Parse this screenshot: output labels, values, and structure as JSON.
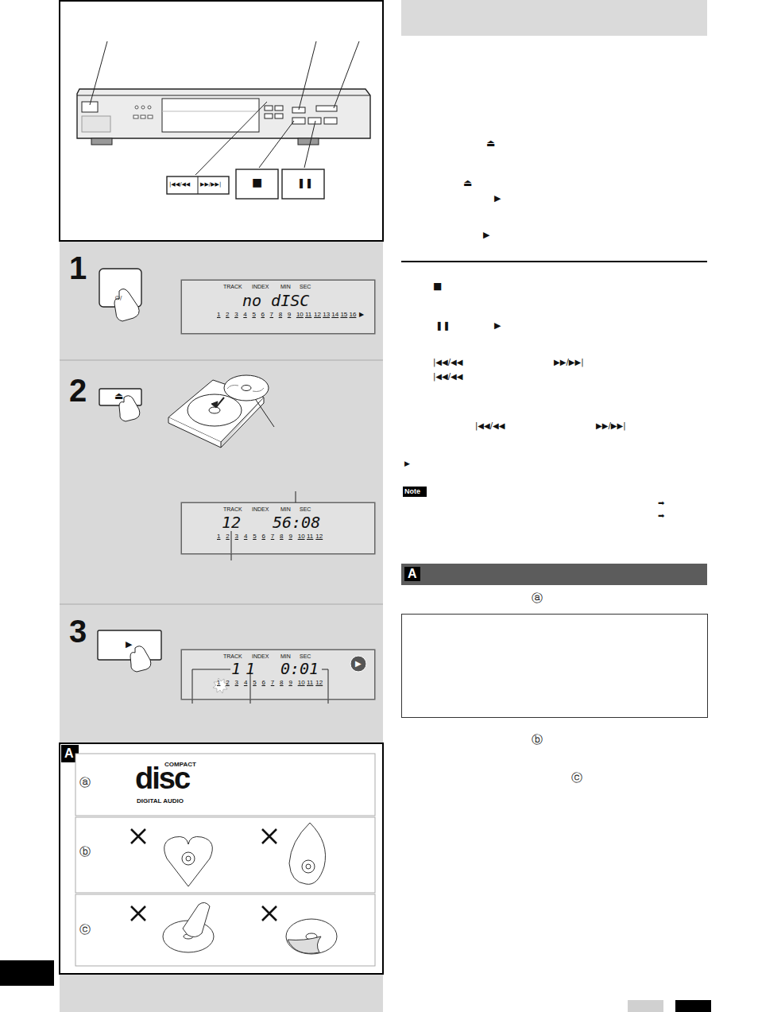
{
  "diagram": {
    "nodes": [
      {
        "text": [
          "1"
        ]
      },
      {
        "text": [
          "TRACK",
          "INDEX",
          "MIN",
          "SEC",
          "no dISC"
        ],
        "in": 0
      },
      {
        "text": [
          "2"
        ]
      },
      {
        "text": [
          "TRACK",
          "INDEX",
          "MIN",
          "SEC",
          "12",
          "56:08"
        ],
        "in": 2
      },
      {
        "text": [
          "3"
        ]
      },
      {
        "text": [
          "TRACK",
          "INDEX",
          "MIN",
          "SEC",
          "1",
          "1",
          "0:01"
        ],
        "in": 4
      },
      {
        "text": [
          "A"
        ]
      },
      {
        "text": [
          "A"
        ]
      },
      {
        "text": [
          "Note"
        ]
      }
    ],
    "labels": [
      "1",
      "2",
      "3",
      "4",
      "5",
      "6",
      "7",
      "8",
      "9",
      "10",
      "11",
      "12",
      "13",
      "14",
      "15",
      "16",
      "▶",
      "1",
      "2",
      "3",
      "4",
      "5",
      "6",
      "7",
      "8",
      "9",
      "10",
      "11",
      "12",
      "1",
      "2",
      "3",
      "4",
      "5",
      "6",
      "7",
      "8",
      "9",
      "10",
      "11",
      "12",
      "|◀◀/◀◀",
      "▶▶/▶▶|",
      "■",
      "❚❚",
      "⏻/",
      "⏏",
      "▶",
      "▶",
      "ⓐ",
      "disc",
      "COMPACT",
      "DIGITAL AUDIO",
      "ⓑ",
      "ⓒ",
      "⏏",
      "⏏",
      "▶",
      "▶",
      "■",
      "❚❚",
      "▶",
      "|◀◀/◀◀",
      "▶▶/▶▶|",
      "|◀◀/◀◀",
      "|◀◀/◀◀",
      "▶▶/▶▶|",
      "▶",
      "➡",
      "➡",
      "ⓐ",
      "ⓑ",
      "ⓒ"
    ]
  }
}
